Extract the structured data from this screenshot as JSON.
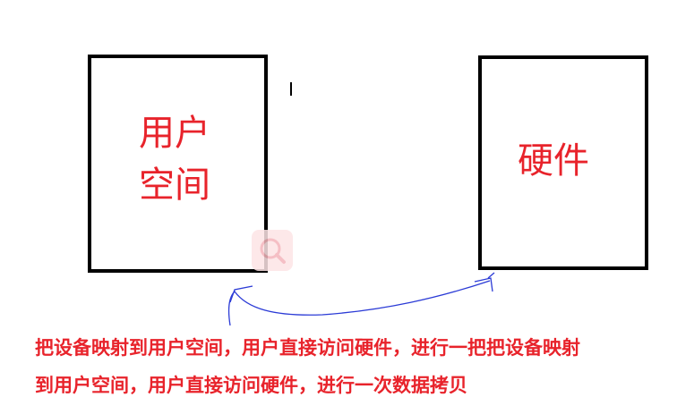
{
  "boxes": {
    "user_space": {
      "label": "用户空间"
    },
    "hardware": {
      "label": "硬件"
    }
  },
  "caption": {
    "line1": "把设备映射到用户空间，用户直接访问硬件，进行一把把设备映射",
    "line2": "到用户空间，用户直接访问硬件，进行一次数据拷贝"
  },
  "colors": {
    "label_red": "#e8232b",
    "box_border": "#000000",
    "arrow_blue": "#2b3bd6"
  },
  "icons": {
    "watermark": "search-icon"
  }
}
